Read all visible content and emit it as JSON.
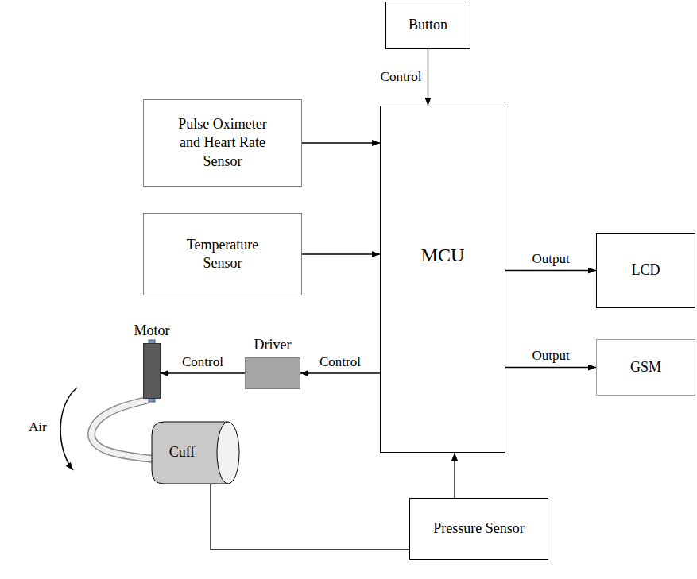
{
  "diagram": {
    "nodes": [
      {
        "text": [
          "Button"
        ]
      },
      {
        "text": [
          "Pulse Oximeter and Heart Rate Sensor"
        ]
      },
      {
        "text": [
          "Temperature Sensor"
        ]
      },
      {
        "text": [
          "MCU"
        ]
      },
      {
        "text": [
          "LCD"
        ]
      },
      {
        "text": [
          "Motor"
        ]
      },
      {
        "text": [
          "Driver"
        ]
      },
      {
        "text": [
          "GSM"
        ]
      },
      {
        "text": [
          "Cuff"
        ]
      },
      {
        "text": [
          "Pressure Sensor"
        ]
      }
    ],
    "edges": [
      {
        "from": 0,
        "to": 3,
        "arrow": "to",
        "label": "Control"
      },
      {
        "from": 1,
        "to": 3,
        "arrow": "to"
      },
      {
        "from": 2,
        "to": 3,
        "arrow": "to"
      },
      {
        "from": 3,
        "to": 4,
        "arrow": "to",
        "label": "Output"
      },
      {
        "from": 3,
        "to": 7,
        "arrow": "to",
        "label": "Output"
      },
      {
        "from": 3,
        "to": 6,
        "arrow": "to",
        "label": "Control"
      },
      {
        "from": 6,
        "to": 5,
        "arrow": "to",
        "label": "Control"
      },
      {
        "from": 5,
        "to": 8,
        "arrow": "none"
      },
      {
        "from": 8,
        "to": 9,
        "arrow": "none"
      },
      {
        "from": 9,
        "to": 3,
        "arrow": "to"
      }
    ],
    "labels": [
      "Air"
    ]
  }
}
